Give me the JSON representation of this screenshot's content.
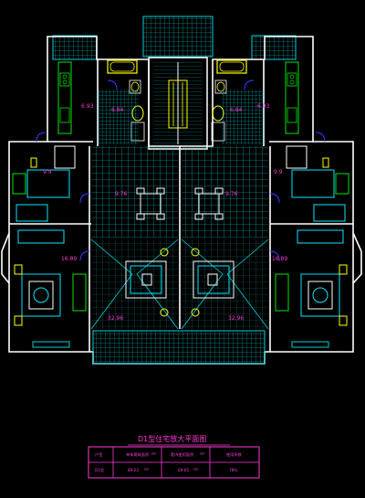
{
  "room_area_labels": {
    "kitchen_left": "6.93",
    "kitchen_right": "6.93",
    "bath_left": "6.84",
    "bath_right": "6.84",
    "bedroom2_left": "9.9",
    "bedroom2_right": "9.9",
    "dining_left": "9.76",
    "dining_right": "9.76",
    "master_left": "16.89",
    "master_right": "16.89",
    "living_left": "32.96",
    "living_right": "32.96"
  },
  "title_block": {
    "title": "D1型住宅放大平面图",
    "headers": [
      "户型",
      "单体建筑面积",
      "m²",
      "套内使用面积",
      "m²",
      "使用系数"
    ],
    "row": [
      "D1型",
      "89.22",
      "m²",
      "69.65",
      "m²",
      "78%"
    ]
  },
  "colors": {
    "background": "#000000",
    "wall": "#ffffff",
    "tile_grid": "#00d7e0",
    "furniture": "#00e6ff",
    "fixtures": "#ffff00",
    "dimension_text": "#ff3ad6",
    "doors": "#3a3aff"
  }
}
